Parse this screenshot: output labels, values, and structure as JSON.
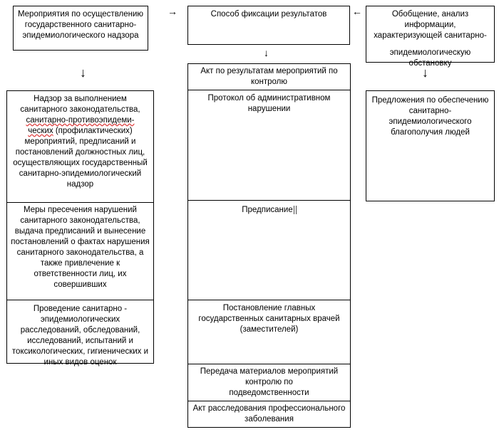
{
  "left": {
    "top": "Мероприятия по осуществлению государственного санитарно-эпидемиологического надзора",
    "b1_a": "Надзор за выполнением санитарного законодательства, ",
    "b1_b": "санитарно-противоэпидеми-",
    "b1_c": "ческих",
    "b1_d": " (профилактических) мероприятий, предписаний и постановлений должностных лиц, осуществляющих государственный санитарно-эпидемиологический надзор",
    "b2": "Меры пресечения нарушений санитарного законодательства, выдача предписаний и вынесение постановлений о фактах нарушения санитарного законодательства, а также привлечение к ответственности лиц, их совершивших",
    "b3": "Проведение санитарно - эпидемиологических расследований, обследований, исследований, испытаний и токсикологических, гигиенических и иных видов оценок"
  },
  "middle": {
    "top": "Способ фиксации результатов",
    "b1": "Акт по результатам мероприятий по контролю",
    "b2": "Протокол об административном нарушении",
    "b3": "Предписание",
    "b4": "Постановление главных государственных санитарных врачей (заместителей)",
    "b5_a": "Передача материалов мероприятий контролю по",
    "b5_b": "подведомственности",
    "b6": "Акт расследования профессионального заболевания"
  },
  "right": {
    "top_a": "Обобщение, анализ информации, характеризующей санитарно-",
    "top_b": "эпидемиологическую обстановку",
    "b1": "Предложения по обеспечению санитарно-эпидемиологического благополучия людей"
  },
  "arrows": {
    "right": "→",
    "left": "←",
    "down_small": "↓",
    "down_big": "↓"
  }
}
